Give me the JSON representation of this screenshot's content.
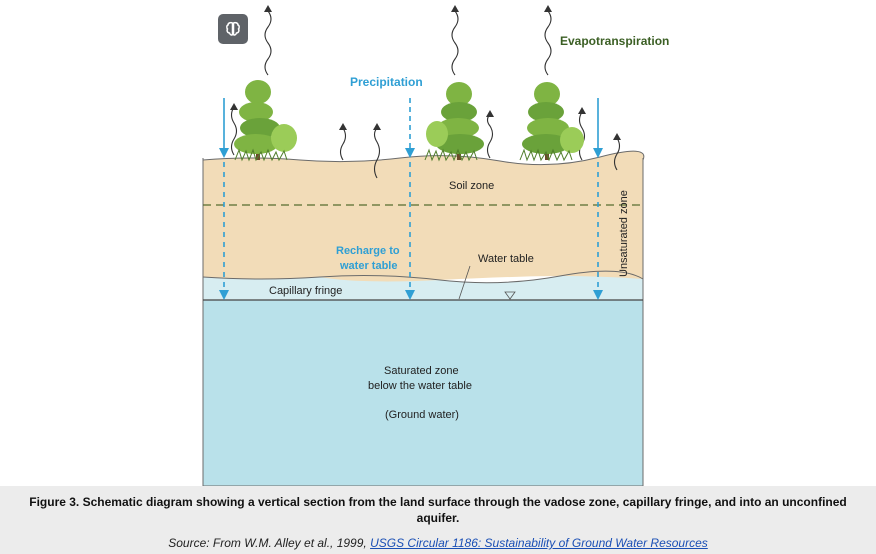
{
  "diagram": {
    "labels": {
      "evapotranspiration": "Evapotranspiration",
      "precipitation": "Precipitation",
      "soil_zone": "Soil zone",
      "unsaturated_zone": "Unsaturated zone",
      "recharge_line1": "Recharge to",
      "recharge_line2": "water table",
      "water_table": "Water table",
      "capillary_fringe": "Capillary fringe",
      "saturated_line1": "Saturated zone",
      "saturated_line2": "below the water table",
      "ground_water": "(Ground water)"
    },
    "colors": {
      "soil": "#f2dcb8",
      "fringe": "#d7edf1",
      "saturated": "#b9e1ea",
      "precipitation": "#2f9fd4",
      "label_blue": "#2f9fd4",
      "evapo_label": "#3b5f24",
      "tree_green": "#7fb443",
      "tree_dark": "#4f7d2a"
    }
  },
  "ai_button": {
    "icon": "brain-icon"
  },
  "caption": {
    "title": "Figure 3. Schematic diagram showing a vertical section from the land surface through the vadose zone, capillary fringe, and into an unconfined aquifer.",
    "source_prefix": "Source: From W.M. Alley et al., 1999, ",
    "source_link": "USGS Circular 1186: Sustainability of Ground Water Resources"
  }
}
